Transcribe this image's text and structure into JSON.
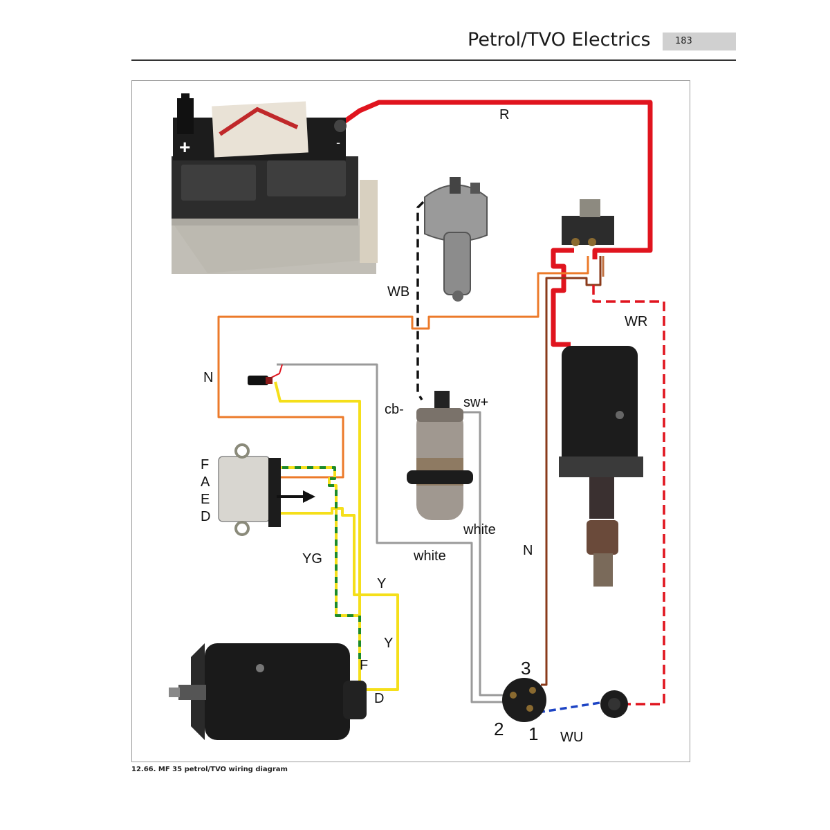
{
  "header": {
    "title": "Petrol/TVO Electrics",
    "page_number": "183"
  },
  "caption": "12.66. MF 35 petrol/TVO wiring diagram",
  "battery": {
    "plus": "+",
    "minus": "-"
  },
  "wire_labels": {
    "R": "R",
    "WB": "WB",
    "WR": "WR",
    "N_left": "N",
    "N_right": "N",
    "cb_minus": "cb-",
    "sw_plus": "sw+",
    "white_coil": "white",
    "white_mid": "white",
    "YG": "YG",
    "Y_upper": "Y",
    "Y_lower": "Y",
    "F_dynamo": "F",
    "D_dynamo": "D",
    "WU": "WU"
  },
  "regulator_terminals": [
    "F",
    "A",
    "E",
    "D"
  ],
  "switch_terminals": {
    "t1": "1",
    "t2": "2",
    "t3": "3"
  },
  "colors": {
    "red": "#e0141e",
    "orange": "#ec7a2a",
    "brown": "#8a3a1a",
    "yellow": "#f5df1a",
    "green": "#1c8a2a",
    "grey": "#9a9a9a",
    "blue": "#1d44c4",
    "black": "#111111"
  }
}
